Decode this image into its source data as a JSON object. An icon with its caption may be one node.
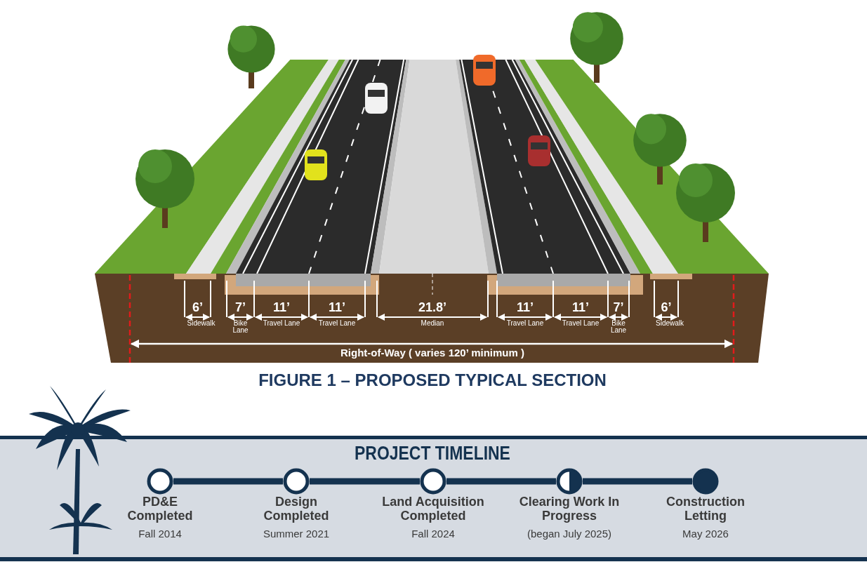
{
  "diagram": {
    "caption": "FIGURE 1 – PROPOSED TYPICAL SECTION",
    "nodes": [
      {
        "text": [
          "PD&E Completed",
          "Fall 2014"
        ]
      },
      {
        "text": [
          "Design Completed",
          "Summer 2021"
        ]
      },
      {
        "text": [
          "Land Acquisition Completed",
          "Fall 2024"
        ]
      },
      {
        "text": [
          "Clearing Work In Progress",
          "(began July 2025)"
        ]
      },
      {
        "text": [
          "Construction Letting",
          "May 2026"
        ]
      }
    ],
    "edges": [
      {
        "from": 0,
        "to": 1,
        "arrow": "none"
      },
      {
        "from": 1,
        "to": 2,
        "arrow": "none"
      },
      {
        "from": 2,
        "to": 3,
        "arrow": "none"
      },
      {
        "from": 3,
        "to": 4,
        "arrow": "none"
      }
    ],
    "labels": [
      "6’",
      "7’",
      "11’",
      "11’",
      "21.8’",
      "11’",
      "11’",
      "7’",
      "6’",
      "Sidewalk",
      "Bike Lane",
      "Travel Lane",
      "Travel Lane",
      "Median",
      "Travel Lane",
      "Travel Lane",
      "Bike Lane",
      "Sidewalk",
      "Right-of-Way ( varies 120’ minimum )",
      "PROJECT TIMELINE"
    ]
  }
}
